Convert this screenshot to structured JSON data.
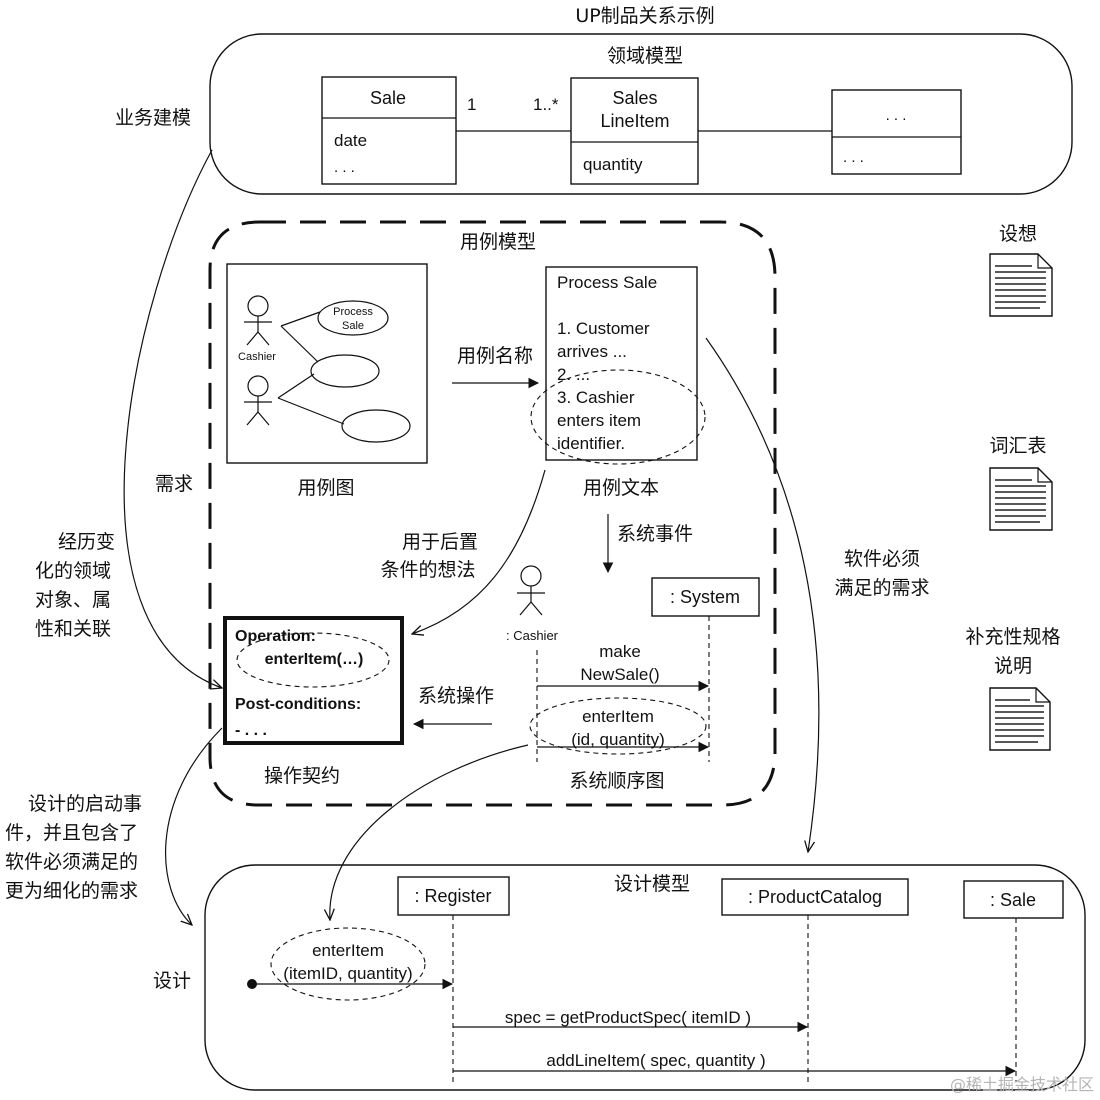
{
  "title": "UP制品关系示例",
  "domain_model": {
    "label": "领域模型",
    "side_label": "业务建模",
    "sale": {
      "name": "Sale",
      "attr1": "date",
      "attr2": ". . ."
    },
    "mult_left": "1",
    "mult_right": "1..*",
    "line_item": {
      "name_line1": "Sales",
      "name_line2": "LineItem",
      "attr": "quantity"
    },
    "other": {
      "name": ". . .",
      "attr": ". . ."
    }
  },
  "use_case_model": {
    "label": "用例模型",
    "side_label": "需求",
    "diagram_caption": "用例图",
    "actor1": "Cashier",
    "usecase1_line1": "Process",
    "usecase1_line2": "Sale",
    "arrow_label": "用例名称",
    "text_caption": "用例文本",
    "text_lines": [
      "Process Sale",
      "1. Customer",
      "arrives ...",
      "2. ...",
      "3. Cashier",
      "enters item",
      "identifier."
    ],
    "contract_idea_line1": "用于后置",
    "contract_idea_line2": "条件的想法",
    "system_event_label": "系统事件",
    "ssd_actor": ": Cashier",
    "ssd_system": ": System",
    "msg1_line1": "make",
    "msg1_line2": "NewSale()",
    "msg2_line1": "enterItem",
    "msg2_line2": "(id, quantity)",
    "ssd_caption": "系统顺序图",
    "system_operation_label": "系统操作",
    "contract": {
      "op_label": "Operation:",
      "op_name": "enterItem(…)",
      "post_label": "Post-conditions:",
      "post_value": "- . . ."
    },
    "contract_caption": "操作契约"
  },
  "left_notes": {
    "domain_change": [
      "经历变",
      "化的领域",
      "对象、属",
      "性和关联"
    ],
    "design_start": [
      "设计的启动事",
      "件，并且包含了",
      "软件必须满足的",
      "更为细化的需求"
    ]
  },
  "right_notes": {
    "vision": "设想",
    "glossary": "词汇表",
    "supplementary_line1": "补充性规格",
    "supplementary_line2": "说明",
    "requirements_line1": "软件必须",
    "requirements_line2": "满足的需求"
  },
  "design_model": {
    "label": "设计模型",
    "side_label": "设计",
    "register": ": Register",
    "catalog": ": ProductCatalog",
    "sale": ": Sale",
    "start_msg_line1": "enterItem",
    "start_msg_line2": "(itemID, quantity)",
    "msg_spec": "spec = getProductSpec( itemID )",
    "msg_add": "addLineItem( spec, quantity )"
  },
  "watermark": "@稀土掘金技术社区"
}
